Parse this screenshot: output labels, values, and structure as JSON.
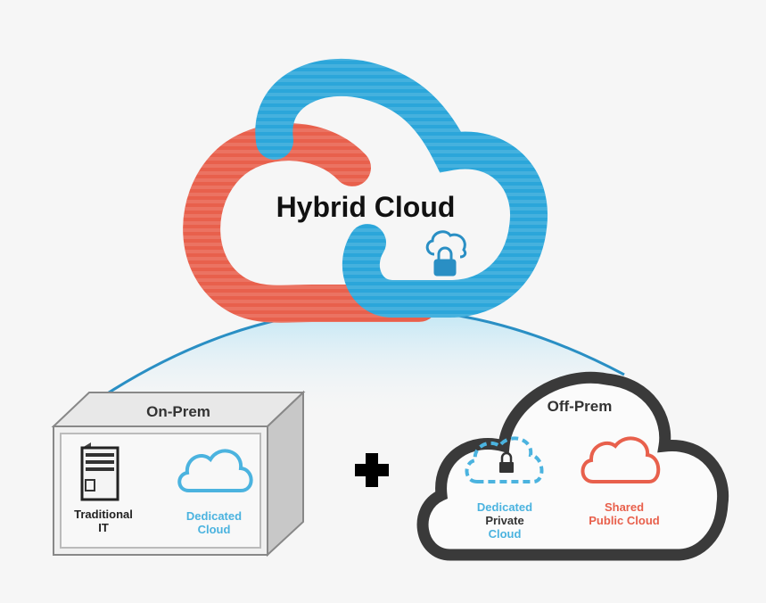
{
  "title": "Hybrid Cloud",
  "on_prem": {
    "label": "On-Prem",
    "traditional_it": {
      "line1": "Traditional",
      "line2": "IT"
    },
    "dedicated_cloud": {
      "line1": "Dedicated",
      "line2": "Cloud"
    }
  },
  "plus_icon": "plus-icon",
  "off_prem": {
    "label": "Off-Prem",
    "private": {
      "line1": "Dedicated",
      "line2": "Private",
      "line3": "Cloud"
    },
    "public": {
      "line1": "Shared",
      "line2": "Public Cloud"
    }
  },
  "colors": {
    "red": "#e8604c",
    "blue": "#2ba6da",
    "dark": "#3a3a3a"
  }
}
